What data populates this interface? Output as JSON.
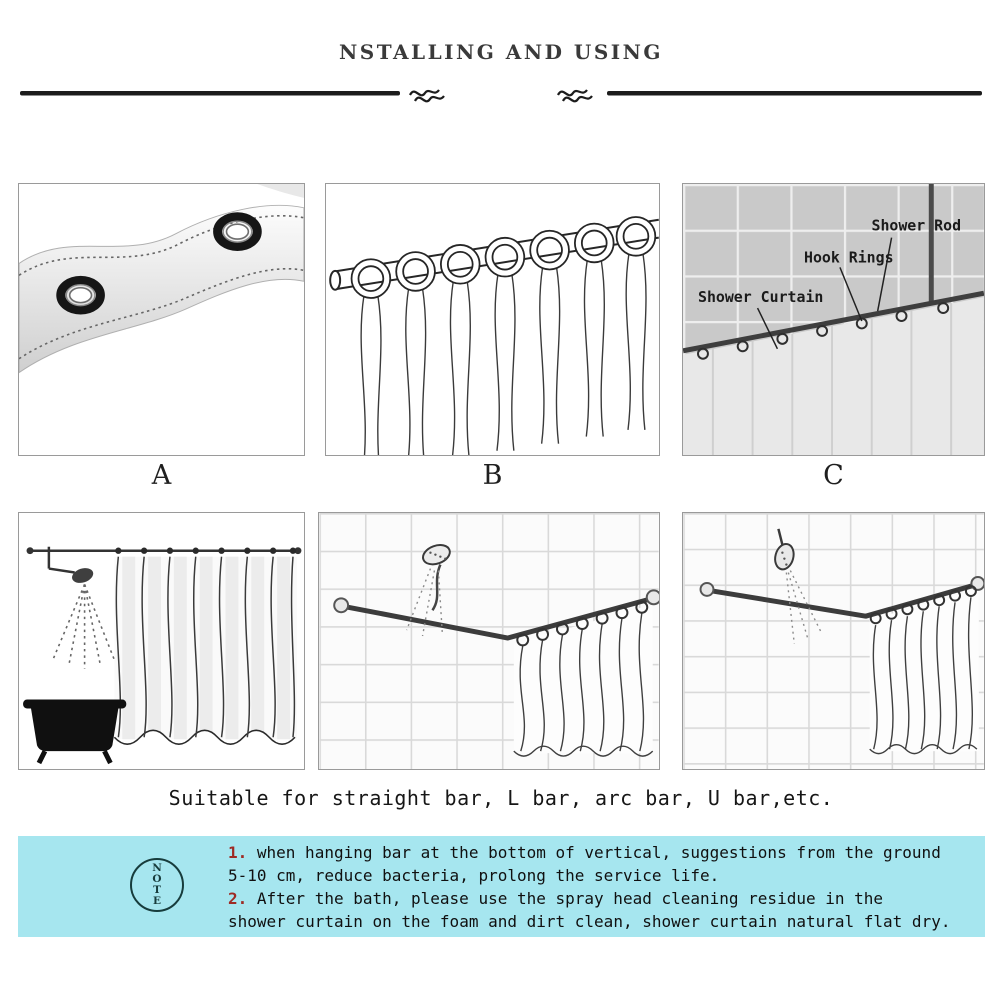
{
  "header": {
    "title": "NSTALLING AND USING"
  },
  "figure_labels": {
    "a": "A",
    "b": "B",
    "c": "C"
  },
  "panel_c_annotations": {
    "shower_rod": "Shower Rod",
    "hook_rings": "Hook Rings",
    "shower_curtain": "Shower Curtain"
  },
  "caption": "Suitable for straight bar, L bar, arc bar, U bar,etc.",
  "note": {
    "stamp_letters": [
      "N",
      "O",
      "T",
      "E"
    ],
    "item1_number": "1.",
    "item1_text": "when hanging bar at the bottom of vertical, suggestions from the ground\n5-10 cm, reduce bacteria, prolong the service life.",
    "item2_number": "2.",
    "item2_text": "After the bath, please use the spray head cleaning residue in the\nshower curtain on the foam and dirt clean, shower curtain natural flat dry."
  },
  "colors": {
    "note_background": "#a6e6ef",
    "note_number_red": "#9e2b25"
  }
}
